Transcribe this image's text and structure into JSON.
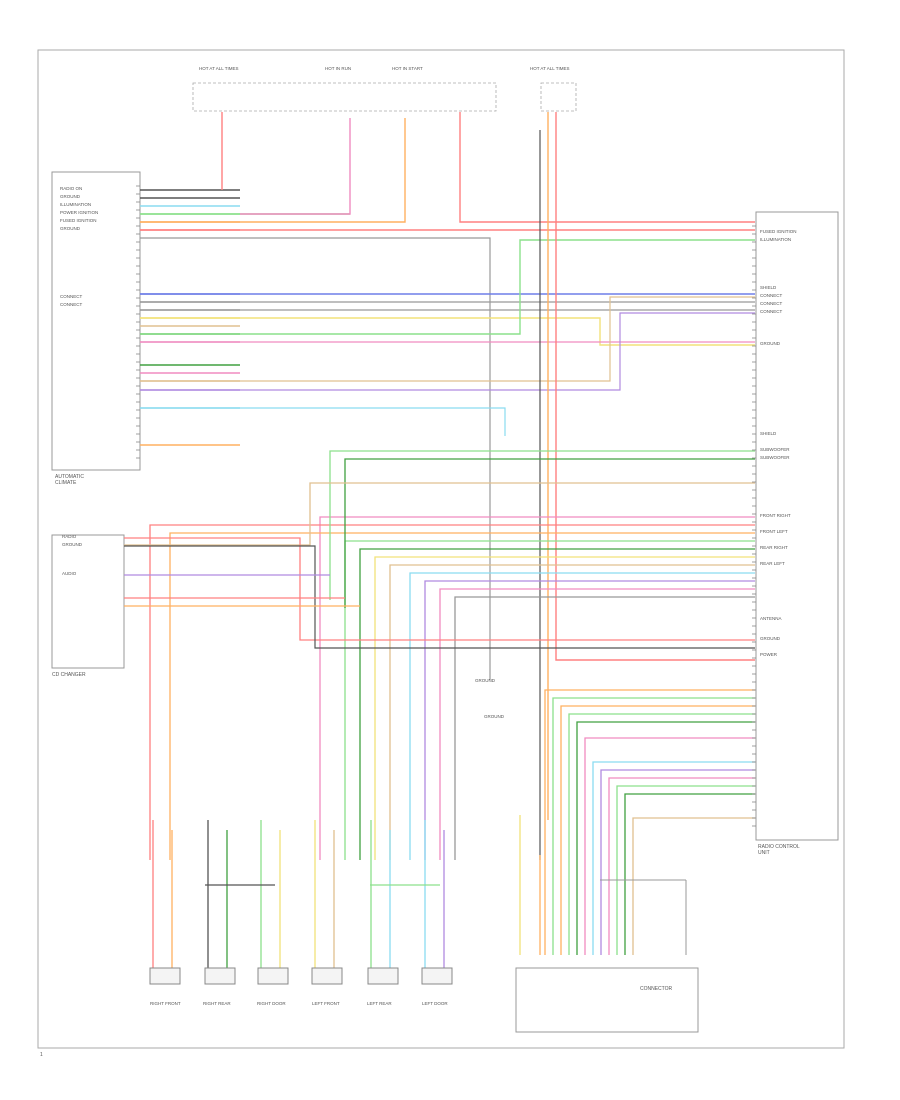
{
  "diagram": {
    "footer_code": "1",
    "colors": {
      "red": "#ff8080",
      "pink": "#f08cc0",
      "orange": "#ffb060",
      "yellow": "#f2e27a",
      "green": "#8ce08c",
      "dkgreen": "#40a040",
      "blue": "#6f7fe8",
      "cyan": "#8adcf0",
      "violet": "#b08ae0",
      "gray": "#999999",
      "black": "#555555",
      "tan": "#e0c090"
    },
    "left_module": {
      "title_lines": [
        "AUTOMATIC",
        "CLIMATE"
      ],
      "pins": [
        "RADIO ON",
        "GROUND",
        "ILLUMINATION",
        "POWER IGNITION",
        "FUSED IGNITION",
        "GROUND",
        "CONNECT",
        "CONNECT"
      ]
    },
    "cd_changer": {
      "title_lines": [
        "CD CHANGER"
      ],
      "pins": [
        "RADIO",
        "GROUND",
        "AUDIO"
      ]
    },
    "right_module": {
      "title_lines": [
        "RADIO CONTROL",
        "UNIT"
      ],
      "pins": [
        "FUSED IGNITION",
        "ILLUMINATION",
        "SHIELD",
        "CONNECT",
        "CONNECT",
        "CONNECT",
        "GROUND",
        "SHIELD",
        "SUBWOOFER",
        "SUBWOOFER",
        "FRONT RIGHT",
        "FRONT LEFT",
        "REAR RIGHT",
        "REAR LEFT",
        "GROUND",
        "POWER",
        "ANTENNA"
      ]
    },
    "fuse_boxes": [
      {
        "label": "HOT AT ALL TIMES"
      },
      {
        "label": "HOT IN RUN"
      },
      {
        "label": "HOT IN START"
      },
      {
        "label": "HOT AT ALL TIMES"
      }
    ],
    "speakers": [
      {
        "label": "RIGHT FRONT"
      },
      {
        "label": "RIGHT REAR"
      },
      {
        "label": "RIGHT DOOR"
      },
      {
        "label": "LEFT FRONT"
      },
      {
        "label": "LEFT REAR"
      },
      {
        "label": "LEFT DOOR"
      }
    ],
    "bottom_connector": {
      "label": "CONNECTOR"
    },
    "notes": [
      "GROUND",
      "GROUND"
    ]
  }
}
